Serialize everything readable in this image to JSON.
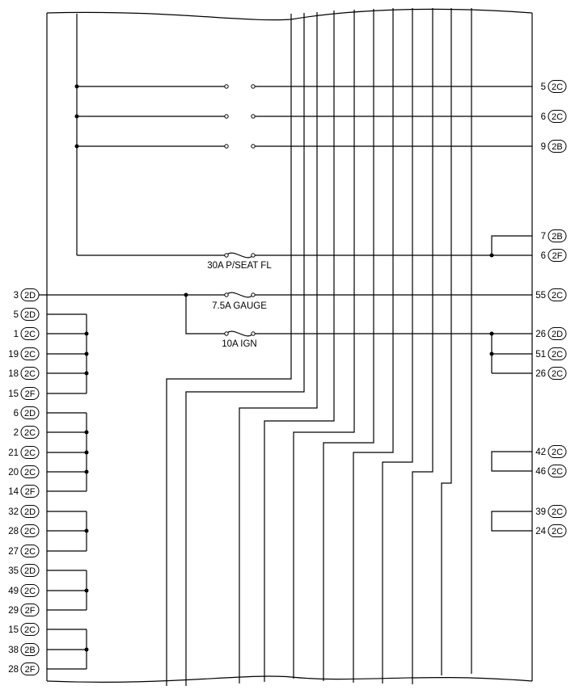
{
  "fuses": [
    {
      "label": "30A P/SEAT FL"
    },
    {
      "label": "7.5A GAUGE"
    },
    {
      "label": "10A IGN"
    }
  ],
  "left_connectors": [
    {
      "pin": "3",
      "conn": "2D"
    },
    {
      "pin": "5",
      "conn": "2D"
    },
    {
      "pin": "1",
      "conn": "2C"
    },
    {
      "pin": "19",
      "conn": "2C"
    },
    {
      "pin": "18",
      "conn": "2C"
    },
    {
      "pin": "15",
      "conn": "2F"
    },
    {
      "pin": "6",
      "conn": "2D"
    },
    {
      "pin": "2",
      "conn": "2C"
    },
    {
      "pin": "21",
      "conn": "2C"
    },
    {
      "pin": "20",
      "conn": "2C"
    },
    {
      "pin": "14",
      "conn": "2F"
    },
    {
      "pin": "32",
      "conn": "2D"
    },
    {
      "pin": "28",
      "conn": "2C"
    },
    {
      "pin": "27",
      "conn": "2C"
    },
    {
      "pin": "35",
      "conn": "2D"
    },
    {
      "pin": "49",
      "conn": "2C"
    },
    {
      "pin": "29",
      "conn": "2F"
    },
    {
      "pin": "15",
      "conn": "2C"
    },
    {
      "pin": "38",
      "conn": "2B"
    },
    {
      "pin": "28",
      "conn": "2F"
    }
  ],
  "right_connectors": [
    {
      "pin": "5",
      "conn": "2C"
    },
    {
      "pin": "6",
      "conn": "2C"
    },
    {
      "pin": "9",
      "conn": "2B"
    },
    {
      "pin": "7",
      "conn": "2B"
    },
    {
      "pin": "6",
      "conn": "2F"
    },
    {
      "pin": "55",
      "conn": "2C"
    },
    {
      "pin": "26",
      "conn": "2D"
    },
    {
      "pin": "51",
      "conn": "2C"
    },
    {
      "pin": "26",
      "conn": "2C"
    },
    {
      "pin": "42",
      "conn": "2C"
    },
    {
      "pin": "46",
      "conn": "2C"
    },
    {
      "pin": "39",
      "conn": "2C"
    },
    {
      "pin": "24",
      "conn": "2C"
    }
  ]
}
